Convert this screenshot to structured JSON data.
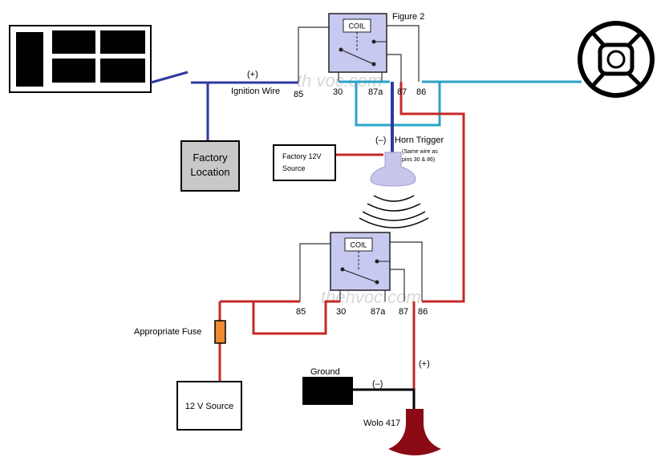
{
  "figure_label": "Figure 2",
  "relay1": {
    "coil_label": "COIL",
    "pins": [
      "85",
      "30",
      "87a",
      "87",
      "86"
    ]
  },
  "relay2": {
    "coil_label": "COIL",
    "pins": [
      "85",
      "30",
      "87a",
      "87",
      "86"
    ]
  },
  "ignition": {
    "polarity": "(+)",
    "label": "Ignition Wire"
  },
  "factory_location": {
    "line1": "Factory",
    "line2": "Location"
  },
  "factory_12v": {
    "line1": "Factory 12V",
    "line2": "Source"
  },
  "horn_trigger": {
    "polarity": "(–)",
    "label": "Horn Trigger",
    "note_line1": "(Same wire as",
    "note_line2": "pins 30 & 86)"
  },
  "fuse_label": "Appropriate Fuse",
  "source_12v": "12 V Source",
  "ground_label": "Ground",
  "ground_polarity": "(–)",
  "horn_polarity": "(+)",
  "horn_label": "Wolo 417",
  "colors": {
    "ignition_wire": "#2e3a9e",
    "horn_trigger_wire": "#2aa3c9",
    "power_wire": "#c62828",
    "relay_fill": "#c8c9f0",
    "factory_box": "#c8c8c8",
    "fuse": "#f08a30",
    "horn": "#8b0a16"
  }
}
